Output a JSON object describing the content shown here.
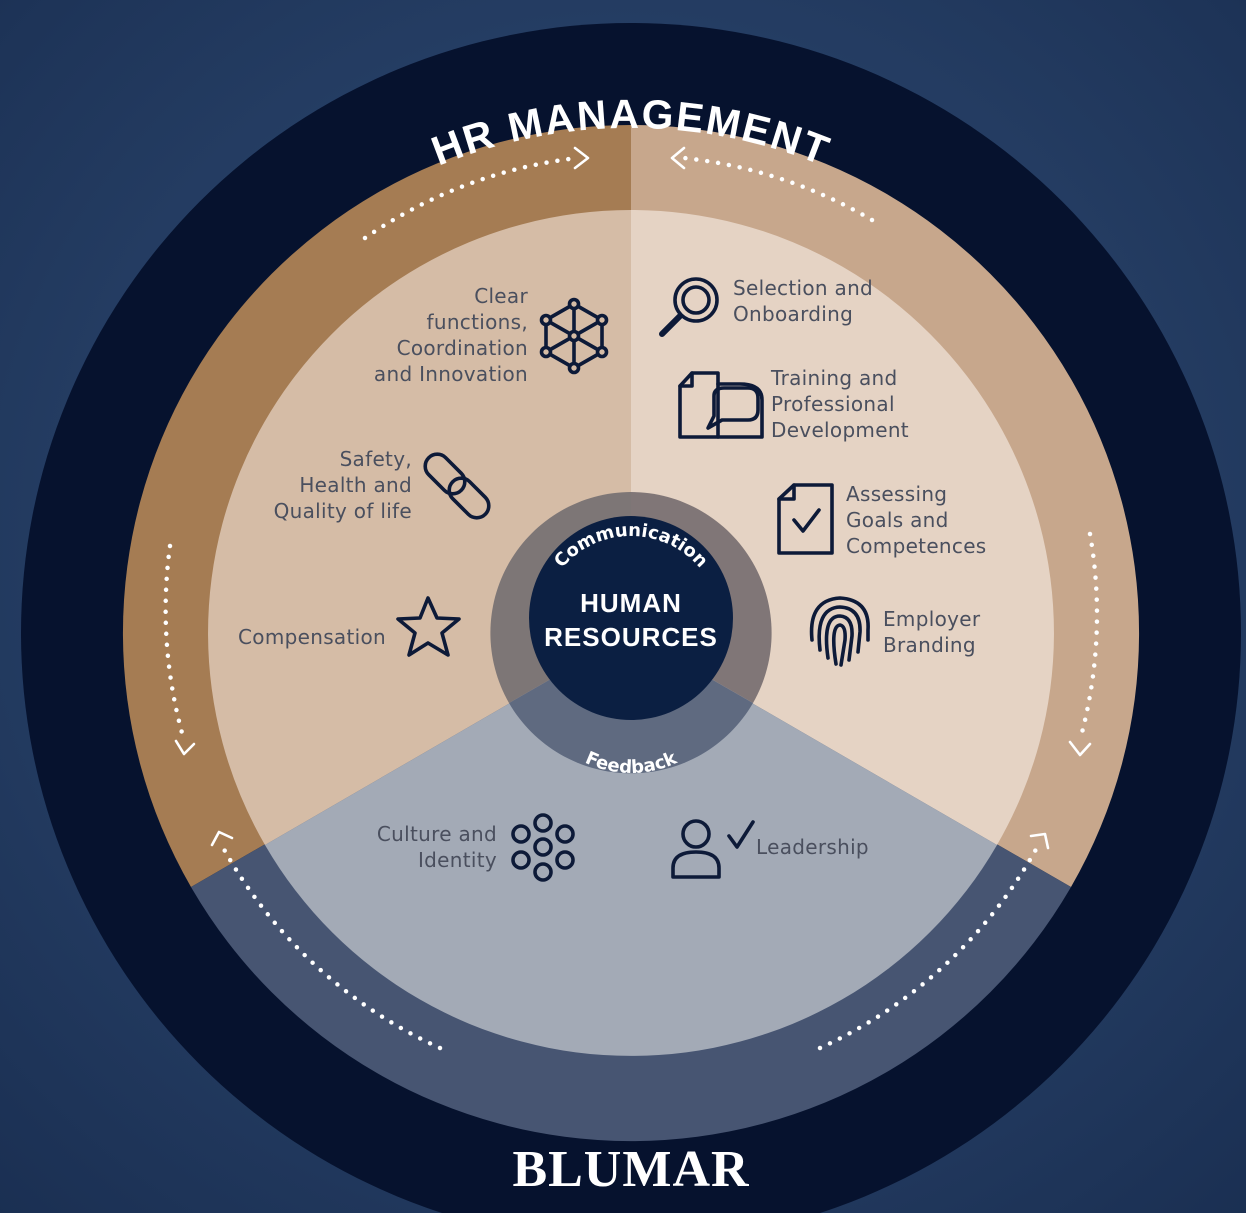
{
  "title_top": "HR MANAGEMENT",
  "title_bottom": "BLUMAR",
  "center": {
    "line1": "HUMAN",
    "line2": "RESOURCES"
  },
  "ring_labels": {
    "top": "Communication",
    "bottom": "Feedback"
  },
  "colors": {
    "background": "#2a4266",
    "outer_ring": "#06122e",
    "left_band": "#a57c53",
    "right_band": "#c7a78c",
    "bottom_band": "#475572",
    "left_inner": "#d5bca6",
    "right_inner": "#e5d3c4",
    "bottom_inner": "#a3aab6",
    "center": "#0b1f42"
  },
  "items": {
    "clear_functions": {
      "lines": [
        "Clear",
        "functions,",
        "Coordination",
        "and Innovation"
      ],
      "icon": "network-icon"
    },
    "safety": {
      "lines": [
        "Safety,",
        "Health and",
        "Quality of life"
      ],
      "icon": "link-icon"
    },
    "compensation": {
      "lines": [
        "Compensation"
      ],
      "icon": "star-icon"
    },
    "selection": {
      "lines": [
        "Selection and",
        "Onboarding"
      ],
      "icon": "magnifier-icon"
    },
    "training": {
      "lines": [
        "Training and",
        "Professional",
        "Development"
      ],
      "icon": "documents-icon"
    },
    "assessing": {
      "lines": [
        "Assessing",
        "Goals and",
        "Competences"
      ],
      "icon": "checklist-icon"
    },
    "employer": {
      "lines": [
        "Employer",
        "Branding"
      ],
      "icon": "fingerprint-icon"
    },
    "culture": {
      "lines": [
        "Culture and",
        "Identity"
      ],
      "icon": "circles-icon"
    },
    "leadership": {
      "lines": [
        "Leadership"
      ],
      "icon": "person-check-icon"
    }
  }
}
